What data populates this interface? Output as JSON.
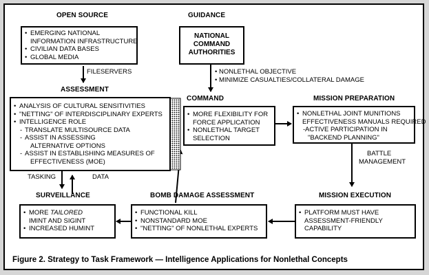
{
  "open_source": {
    "title": "OPEN SOURCE",
    "items": [
      "EMERGING NATIONAL",
      "INFORMATION INFRASTRUCTURE",
      "CIVILIAN DATA BASES",
      "GLOBAL MEDIA"
    ]
  },
  "guidance": {
    "title": "GUIDANCE",
    "line1": "NATIONAL",
    "line2": "COMMAND",
    "line3": "AUTHORITIES"
  },
  "fileservers_label": "FILESERVERS",
  "guidance_notes": [
    "NONLETHAL OBJECTIVE",
    "MINIMIZE CASUALTIES/COLLATERAL DAMAGE"
  ],
  "assessment": {
    "title": "ASSESSMENT",
    "items": [
      "ANALYSIS OF CULTURAL SENSITIVITIES",
      "\"NETTING\" OF INTERDISCIPLINARY EXPERTS",
      "INTELLIGENCE ROLE",
      "TRANSLATE MULTISOURCE DATA",
      "ASSIST IN ASSESSING",
      "ALTERNATIVE OPTIONS",
      "ASSIST IN ESTABLISHING MEASURES OF",
      "EFFECTIVENESS (MOE)"
    ]
  },
  "command": {
    "title": "COMMAND",
    "items": [
      "MORE FLEXIBILITY FOR",
      "FORCE APPLICATION",
      "NONLETHAL TARGET",
      "SELECTION"
    ]
  },
  "mission_preparation": {
    "title": "MISSION PREPARATION",
    "items": [
      "NONLETHAL JOINT MUNITIONS",
      "EFFECTIVENESS MANUALS REQUIRED",
      "ACTIVE PARTICIPATION IN",
      "\"BACKEND PLANNING\""
    ]
  },
  "battle_management": {
    "line1": "BATTLE",
    "line2": "MANAGEMENT"
  },
  "tasking_label": "TASKING",
  "data_label": "DATA",
  "surveillance": {
    "title": "SURVEILLANCE",
    "item1_prefix": "MORE ",
    "item1_italic": "TAILORED",
    "item1_cont": "IMINT AND SIGINT",
    "item2": "INCREASED HUMINT"
  },
  "bomb_damage_assessment": {
    "title": "BOMB DAMAGE ASSESSMENT",
    "items": [
      "FUNCTIONAL KILL",
      "NONSTANDARD MOE",
      "\"NETTING\" OF NONLETHAL EXPERTS"
    ]
  },
  "mission_execution": {
    "title": "MISSION EXECUTION",
    "items": [
      "PLATFORM MUST HAVE",
      "ASSESSMENT-FRIENDLY",
      "CAPABILITY"
    ]
  },
  "caption": "Figure 2.  Strategy to Task Framework — Intelligence Applications for Nonlethal Concepts"
}
